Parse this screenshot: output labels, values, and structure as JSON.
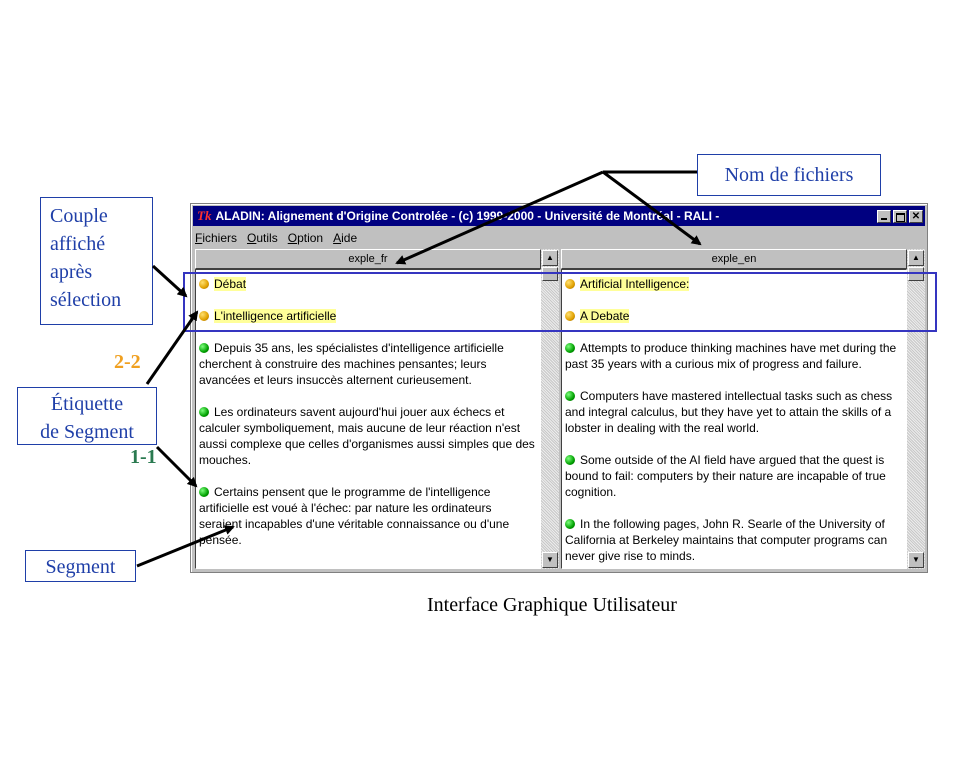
{
  "window": {
    "title": "ALADIN: Alignement d'Origine Controlée - (c) 1999-2000 - Université de Montréal - RALI -",
    "menu": [
      "Fichiers",
      "Outils",
      "Option",
      "Aide"
    ]
  },
  "panes": {
    "left": {
      "filename": "exple_fr",
      "segments": [
        {
          "text": "Débat",
          "marker": "orange"
        },
        {
          "text": "L'intelligence artificielle",
          "marker": "orange"
        },
        {
          "text": "Depuis 35 ans, les spécialistes d'intelligence artificielle cherchent à construire des machines pensantes; leurs avancées et leurs insuccès alternent curieusement.",
          "marker": "green"
        },
        {
          "text": "Les ordinateurs savent aujourd'hui jouer aux échecs et calculer symboliquement, mais aucune de leur réaction n'est aussi complexe que celles d'organismes aussi simples que des mouches.",
          "marker": "green"
        },
        {
          "text": "Certains pensent que le programme de l'intelligence artificielle est voué à l'échec: par nature les ordinateurs seraient incapables d'une véritable connaissance ou d'une pensée.",
          "marker": "green"
        }
      ]
    },
    "right": {
      "filename": "exple_en",
      "segments": [
        {
          "text": "Artificial Intelligence:",
          "marker": "orange"
        },
        {
          "text": "A Debate",
          "marker": "orange"
        },
        {
          "text": "Attempts to produce thinking machines have met during the past 35 years with a curious mix of progress and failure.",
          "marker": "green"
        },
        {
          "text": "Computers have mastered intellectual tasks such as chess and integral calculus, but they have yet to attain the skills of a lobster in dealing with the real world.",
          "marker": "green"
        },
        {
          "text": "Some outside of the AI field have argued that the quest is bound to fail: computers by their nature are incapable of true cognition.",
          "marker": "green"
        },
        {
          "text": "In the following pages, John R. Searle of the University of California at Berkeley maintains that computer programs can never give rise to minds.",
          "marker": "green"
        }
      ]
    }
  },
  "annotations": {
    "couple": "Couple affiché après sélection",
    "couple_lines": [
      "Couple",
      "affiché",
      "après",
      "sélection"
    ],
    "etiquette_lines": [
      "Étiquette",
      "de Segment"
    ],
    "segment": "Segment",
    "nom_fichiers": "Nom de fichiers",
    "label_22": "2-2",
    "label_11": "1-1",
    "caption": "Interface Graphique Utilisateur"
  },
  "colors": {
    "callout_text": "#1f3fa8",
    "label_22": "#f0a020",
    "label_11": "#2a7a50",
    "selection_highlight": "#ffff99",
    "titlebar": "#000080"
  }
}
